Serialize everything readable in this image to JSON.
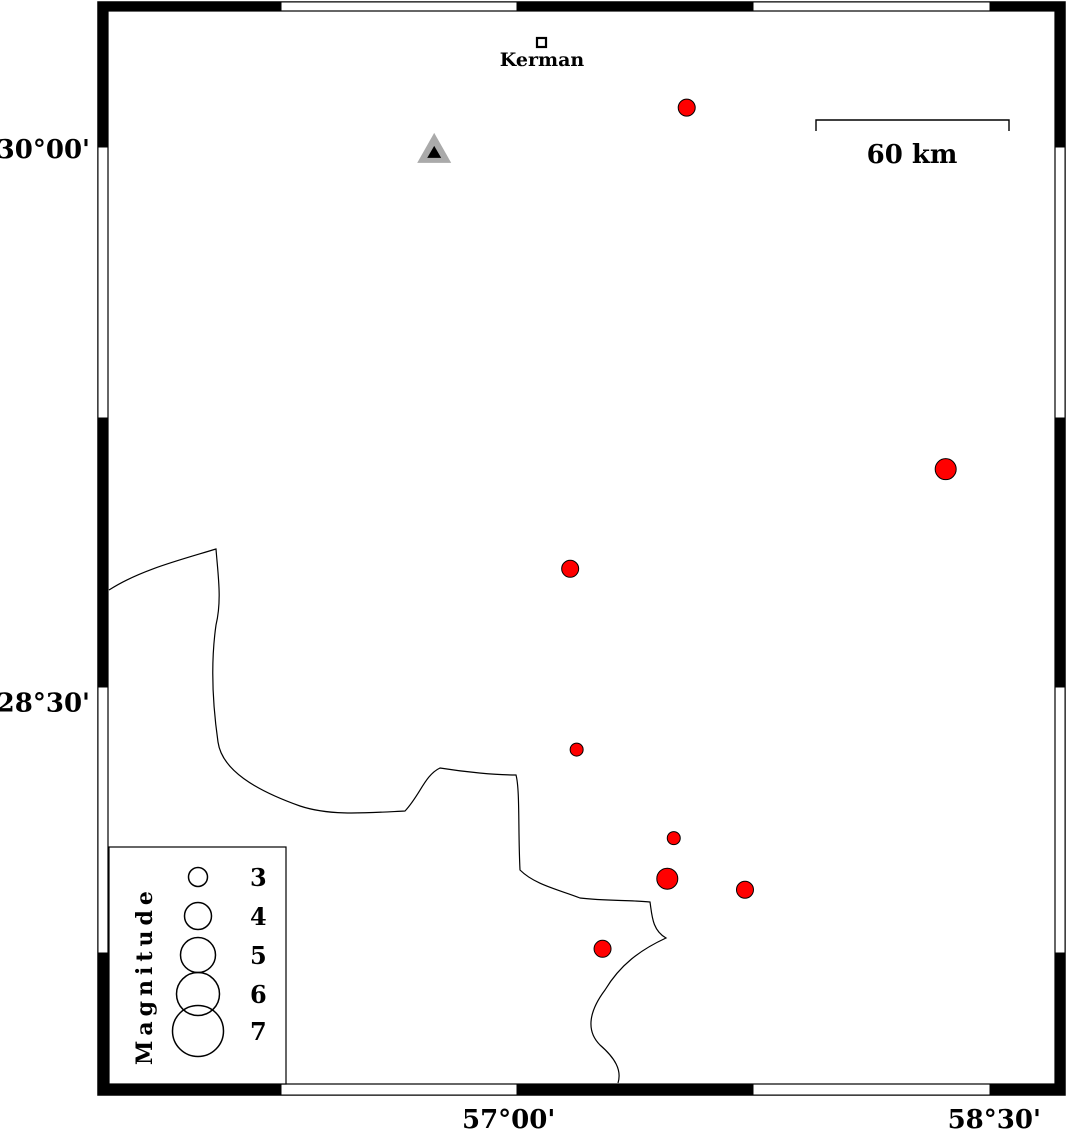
{
  "map": {
    "axes": {
      "lat_ticks": [
        {
          "label": "30°00'",
          "lat": 30.0
        },
        {
          "label": "28°30'",
          "lat": 28.5
        }
      ],
      "lon_ticks": [
        {
          "label": "57°00'",
          "lon": 57.0
        },
        {
          "label": "58°30'",
          "lon": 58.5
        }
      ]
    },
    "extent": {
      "lon_min": 55.75,
      "lon_max": 58.7,
      "lat_min": 27.45,
      "lat_max": 30.38
    },
    "scale_bar": {
      "label": "60 km"
    },
    "city": {
      "name": "Kerman",
      "lon": 57.08,
      "lat": 30.28
    },
    "station": {
      "lon": 56.77,
      "lat": 29.99,
      "color": "#aaaaaa"
    },
    "events": [
      {
        "lon": 57.55,
        "lat": 30.11,
        "magnitude": 3.5
      },
      {
        "lon": 58.35,
        "lat": 29.13,
        "magnitude": 4.0
      },
      {
        "lon": 57.19,
        "lat": 28.86,
        "magnitude": 3.5
      },
      {
        "lon": 57.21,
        "lat": 28.37,
        "magnitude": 3.0
      },
      {
        "lon": 57.51,
        "lat": 28.13,
        "magnitude": 3.0
      },
      {
        "lon": 57.49,
        "lat": 28.02,
        "magnitude": 4.0
      },
      {
        "lon": 57.73,
        "lat": 27.99,
        "magnitude": 3.5
      },
      {
        "lon": 57.29,
        "lat": 27.83,
        "magnitude": 3.5
      }
    ],
    "event_color": "#ff0000",
    "legend": {
      "title": "Magnitude",
      "items": [
        {
          "label": "3",
          "magnitude": 3
        },
        {
          "label": "4",
          "magnitude": 4
        },
        {
          "label": "5",
          "magnitude": 5
        },
        {
          "label": "6",
          "magnitude": 6
        },
        {
          "label": "7",
          "magnitude": 7
        }
      ]
    }
  }
}
